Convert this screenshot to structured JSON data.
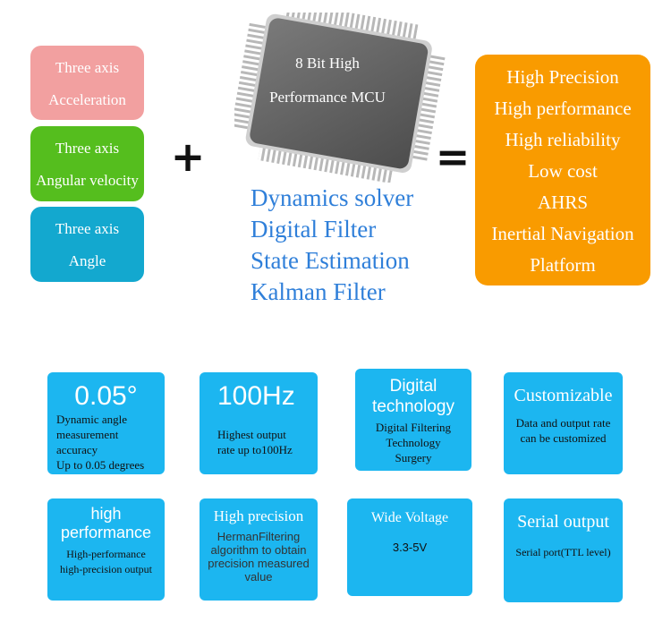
{
  "sensors": [
    {
      "line1": "Three axis",
      "line2": "Acceleration",
      "color": "#f2a0a0"
    },
    {
      "line1": "Three axis",
      "line2": "Angular velocity",
      "color": "#55be1e"
    },
    {
      "line1": "Three axis",
      "line2": "Angle",
      "color": "#13a8cf"
    }
  ],
  "operators": {
    "plus": "+",
    "equals": "="
  },
  "chip": {
    "line1": "8 Bit High",
    "line2": "Performance MCU"
  },
  "algorithms": [
    "Dynamics solver",
    "Digital Filter",
    "State Estimation",
    "Kalman Filter"
  ],
  "results": {
    "color": "#f99b00",
    "items": [
      "High Precision",
      "High performance",
      "High reliability",
      "Low cost",
      "AHRS",
      "Inertial Navigation",
      "Platform"
    ]
  },
  "cards": [
    {
      "title": "0.05°",
      "desc": [
        "Dynamic angle",
        "measurement",
        "accuracy",
        "Up to 0.05 degrees"
      ]
    },
    {
      "title": "100Hz",
      "desc": [
        "Highest output",
        "rate up to100Hz"
      ]
    },
    {
      "title_lines": [
        "Digital",
        "technology"
      ],
      "desc": [
        "Digital Filtering",
        "Technology",
        "Surgery"
      ]
    },
    {
      "title": "Customizable",
      "desc": [
        "Data and output rate",
        "can be customized"
      ]
    },
    {
      "title_lines": [
        "high",
        "performance"
      ],
      "desc": [
        "High-performance",
        "high-precision output"
      ]
    },
    {
      "title": "High precision",
      "desc": [
        "HermanFiltering",
        "algorithm to obtain",
        "precision measured",
        "value"
      ]
    },
    {
      "title": "Wide Voltage",
      "desc": [
        "3.3-5V"
      ]
    },
    {
      "title": "Serial output",
      "desc": [
        "Serial port(TTL level)"
      ]
    }
  ],
  "card_color": "#1cb6f0"
}
